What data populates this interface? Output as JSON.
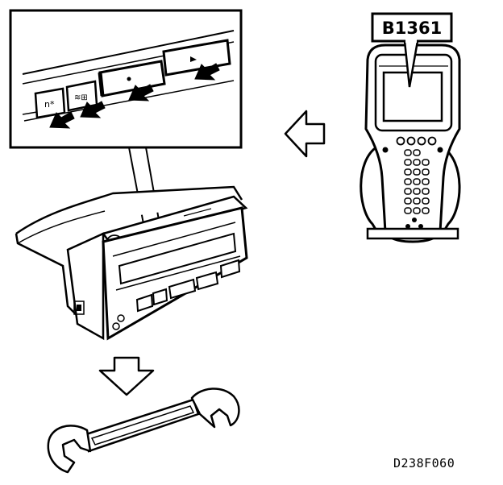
{
  "figure": {
    "dtc_code": "B1361",
    "figure_id": "D238F060"
  },
  "icons": {
    "detail_panel": "button-panel-closeup",
    "arrow_left": "hollow-arrow-left-icon",
    "arrow_down": "hollow-arrow-down-icon",
    "unit": "clock-display-unit",
    "tester": "hand-held-tester",
    "tool": "wrench-icon"
  }
}
